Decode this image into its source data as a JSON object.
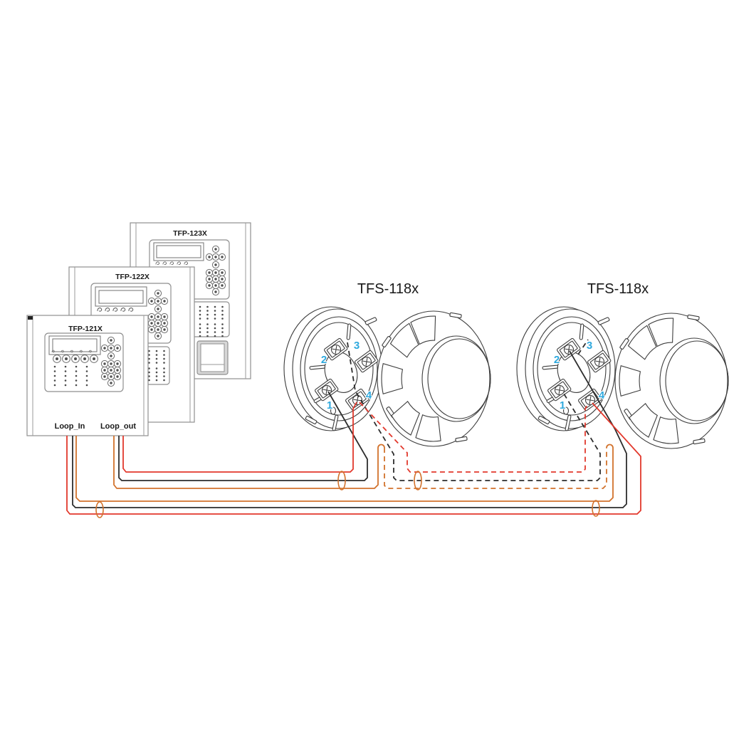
{
  "colors": {
    "background": "#ffffff",
    "wire_red": "#e2382c",
    "wire_black": "#2d2d2d",
    "wire_screen_orange": "#d2722c",
    "terminal_number_blue": "#2fa9de"
  },
  "panels": {
    "back": {
      "title": "TFP-123X"
    },
    "middle": {
      "title": "TFP-122X"
    },
    "front": {
      "title": "TFP-121X",
      "loop_in_label": "Loop_In",
      "loop_out_label": "Loop_out"
    }
  },
  "detectors": {
    "left": {
      "title": "TFS-118x",
      "terminals": {
        "t1": "1",
        "t2": "2",
        "t3": "3",
        "t4": "4"
      }
    },
    "right": {
      "title": "TFS-118x",
      "terminals": {
        "t1": "1",
        "t2": "2",
        "t3": "3",
        "t4": "4"
      }
    }
  }
}
